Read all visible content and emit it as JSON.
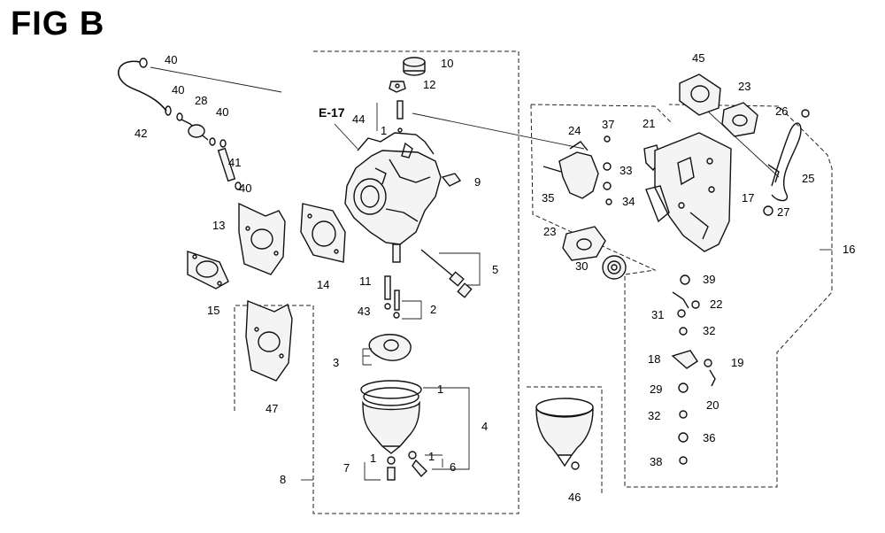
{
  "figure": {
    "title": "FIG B",
    "ref_label": "E-17"
  },
  "callouts": [
    "40",
    "40",
    "28",
    "40",
    "42",
    "41",
    "40",
    "13",
    "14",
    "15",
    "47",
    "10",
    "12",
    "44",
    "1",
    "9",
    "5",
    "11",
    "43",
    "2",
    "3",
    "1",
    "4",
    "1",
    "1",
    "7",
    "6",
    "8",
    "45",
    "23",
    "26",
    "24",
    "37",
    "21",
    "33",
    "35",
    "34",
    "25",
    "17",
    "27",
    "23",
    "16",
    "30",
    "39",
    "22",
    "31",
    "32",
    "18",
    "19",
    "29",
    "20",
    "32",
    "36",
    "38",
    "46"
  ],
  "colors": {
    "line": "#111111",
    "background": "#ffffff"
  }
}
